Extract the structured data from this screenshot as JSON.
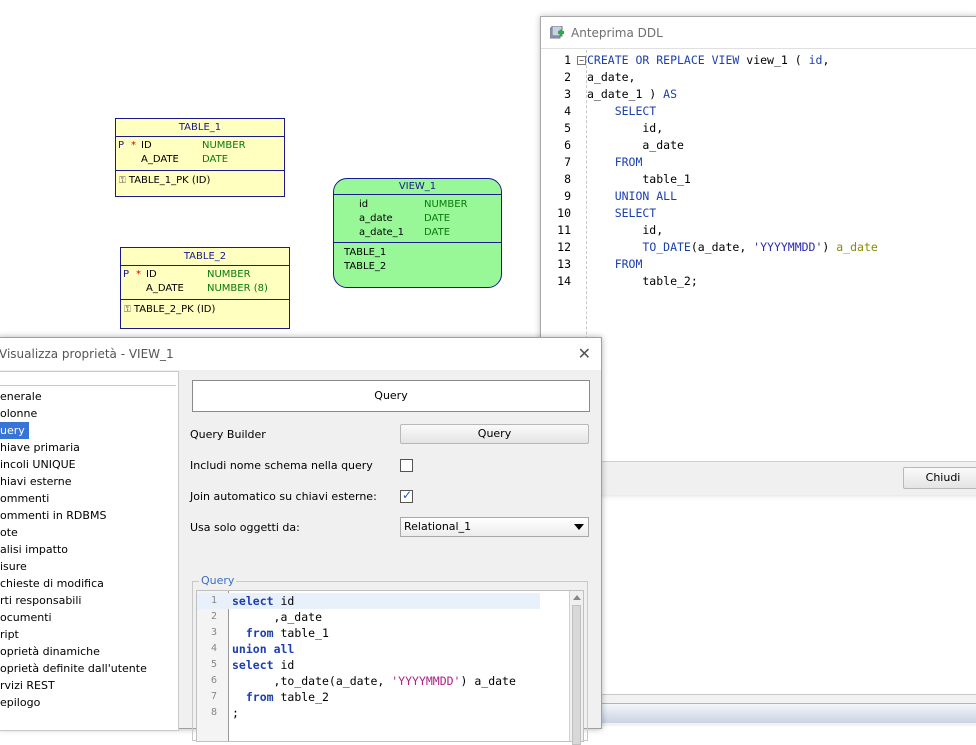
{
  "diagram": {
    "table1": {
      "name": "TABLE_1",
      "columns": [
        {
          "pk": "P",
          "req": "*",
          "name": "ID",
          "type": "NUMBER"
        },
        {
          "pk": "",
          "req": "",
          "name": "A_DATE",
          "type": "DATE"
        }
      ],
      "keys": [
        "TABLE_1_PK (ID)"
      ]
    },
    "table2": {
      "name": "TABLE_2",
      "columns": [
        {
          "pk": "P",
          "req": "*",
          "name": "ID",
          "type": "NUMBER"
        },
        {
          "pk": "",
          "req": "",
          "name": "A_DATE",
          "type": "NUMBER (8)"
        }
      ],
      "keys": [
        "TABLE_2_PK (ID)"
      ]
    },
    "view1": {
      "name": "VIEW_1",
      "columns": [
        {
          "name": "id",
          "type": "NUMBER"
        },
        {
          "name": "a_date",
          "type": "DATE"
        },
        {
          "name": "a_date_1",
          "type": "DATE"
        }
      ],
      "sources": [
        "TABLE_1",
        "TABLE_2"
      ]
    }
  },
  "ddl_window": {
    "title": "Anteprima DDL",
    "lines": [
      {
        "n": "1",
        "t": "CREATE OR REPLACE VIEW view_1 ( id,"
      },
      {
        "n": "2",
        "t": "a_date,"
      },
      {
        "n": "3",
        "t": "a_date_1 ) AS"
      },
      {
        "n": "4",
        "t": "    SELECT"
      },
      {
        "n": "5",
        "t": "        id,"
      },
      {
        "n": "6",
        "t": "        a_date"
      },
      {
        "n": "7",
        "t": "    FROM"
      },
      {
        "n": "8",
        "t": "        table_1"
      },
      {
        "n": "9",
        "t": "    UNION ALL"
      },
      {
        "n": "10",
        "t": "    SELECT"
      },
      {
        "n": "11",
        "t": "        id,"
      },
      {
        "n": "12",
        "t": "        TO_DATE(a_date, 'YYYYMMDD') a_date"
      },
      {
        "n": "13",
        "t": "    FROM"
      },
      {
        "n": "14",
        "t": "        table_2;"
      }
    ],
    "close_label": "Chiudi"
  },
  "props_dialog": {
    "title": "Visualizza proprietà - VIEW_1",
    "nav_items": [
      "enerale",
      "olonne",
      "uery",
      "hiave primaria",
      "incoli UNIQUE",
      "hiavi esterne",
      "ommenti",
      "ommenti in RDBMS",
      "ote",
      "alisi impatto",
      "isure",
      "chieste di modifica",
      "rti responsabili",
      "ocumenti",
      "ript",
      "oprietà dinamiche",
      "oprietà definite dall'utente",
      "rvizi REST",
      "epilogo"
    ],
    "selected_index": 2,
    "header_button": "Query",
    "query_builder_label": "Query Builder",
    "query_builder_button": "Query",
    "include_schema_label": "Includi nome schema nella query",
    "include_schema_checked": false,
    "auto_join_label": "Join automatico su chiavi esterne:",
    "auto_join_checked": true,
    "use_objects_label": "Usa solo oggetti da:",
    "use_objects_value": "Relational_1",
    "query_group_label": "Query",
    "query_lines": [
      {
        "n": "1",
        "t": "select id"
      },
      {
        "n": "2",
        "t": "      ,a_date"
      },
      {
        "n": "3",
        "t": "  from table_1"
      },
      {
        "n": "4",
        "t": "union all"
      },
      {
        "n": "5",
        "t": "select id"
      },
      {
        "n": "6",
        "t": "      ,to_date(a_date, 'YYYYMMDD') a_date"
      },
      {
        "n": "7",
        "t": "  from table_2"
      },
      {
        "n": "8",
        "t": ";"
      }
    ]
  },
  "colors": {
    "table_fill": "#ffffc0",
    "view_fill": "#98f898",
    "entity_border": "#1a1a8c",
    "sql_keyword": "#1a3fae",
    "sql_string": "#b0208a",
    "selection": "#3874d8"
  }
}
